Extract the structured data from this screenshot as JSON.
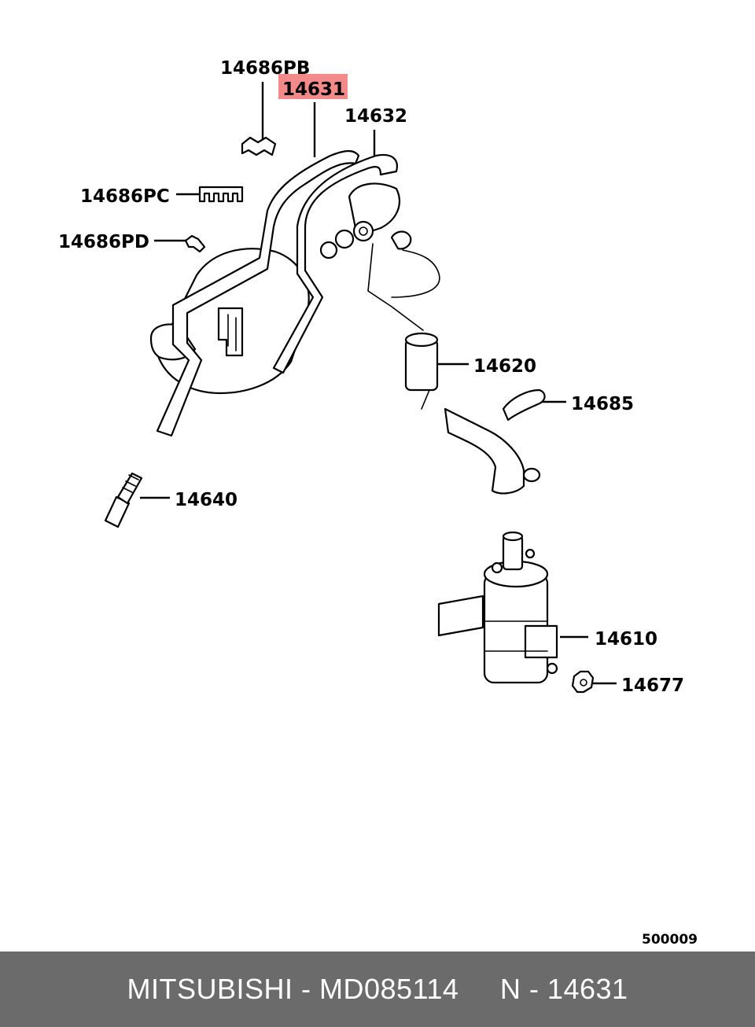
{
  "callouts": {
    "p14686PB": "14686PB",
    "p14631": "14631",
    "p14632": "14632",
    "p14686PC": "14686PC",
    "p14686PD": "14686PD",
    "p14620": "14620",
    "p14685": "14685",
    "p14640": "14640",
    "p14610": "14610",
    "p14677": "14677"
  },
  "highlighted_part": "14631",
  "diagram_code": "500009",
  "footer": {
    "brand": "MITSUBISHI",
    "part_number": "MD085114",
    "reference": "N - 14631",
    "text": "MITSUBISHI - MD085114     N - 14631"
  },
  "colors": {
    "highlight": "#f28a8a",
    "footer_bg": "#6b6b6b",
    "footer_text": "#ffffff"
  }
}
